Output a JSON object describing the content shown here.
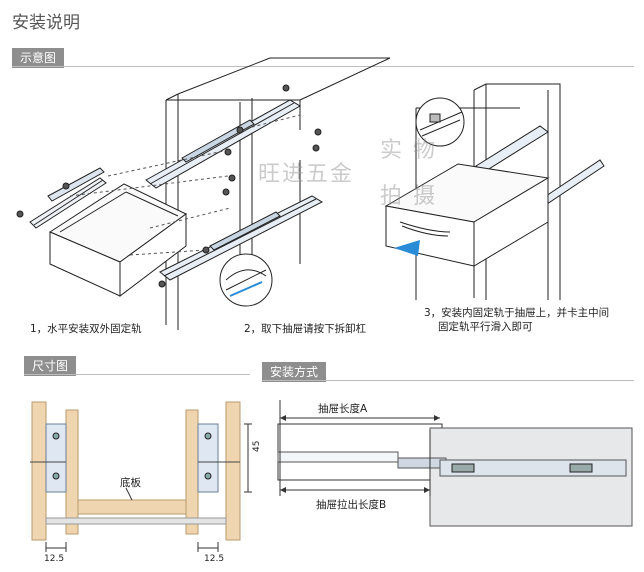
{
  "page_title": "安装说明",
  "sections": {
    "schematic": "示意图",
    "dimensions": "尺寸图",
    "method": "安装方式"
  },
  "steps": {
    "step1": "1，水平安装双外固定轨",
    "step2": "2，取下抽屉请按下拆卸杠",
    "step3_line1": "3，安装内固定轨于抽屉上，并卡主中间",
    "step3_line2": "固定轨平行滑入即可"
  },
  "watermark": {
    "left": "旺进五金",
    "right_line1": "实  物",
    "right_line2": "拍  摄"
  },
  "dimension_labels": {
    "bottom_board": "底板",
    "left_width": "12.5",
    "right_width": "12.5",
    "height": "45"
  },
  "method_labels": {
    "drawer_length": "抽屉长度A",
    "drawer_extension": "抽屉拉出长度B"
  }
}
